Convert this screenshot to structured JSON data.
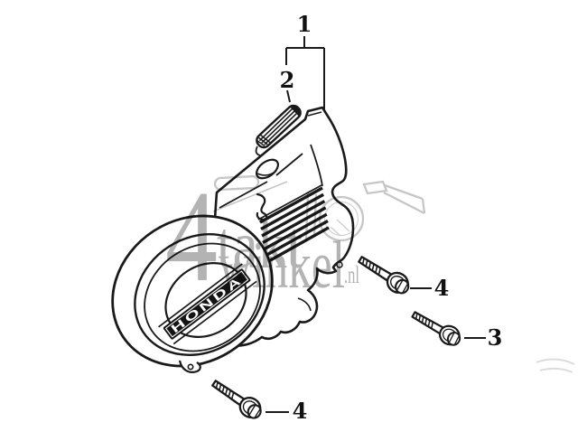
{
  "canvas": {
    "bg": "#ffffff",
    "ink": "#1a1a1a"
  },
  "callouts": {
    "one": "1",
    "two": "2",
    "three": "3",
    "four_right": "4",
    "four_bottom": "4"
  },
  "emblem": {
    "text": "HONDA",
    "band": "#141414",
    "letters": "#ffffff"
  },
  "watermark": {
    "big": "4",
    "word_top": "takt",
    "word_bottom": "winkel",
    "tld": ".nl",
    "text_color": "#a6a6a6",
    "sketch_color": "#c6c6c6"
  }
}
